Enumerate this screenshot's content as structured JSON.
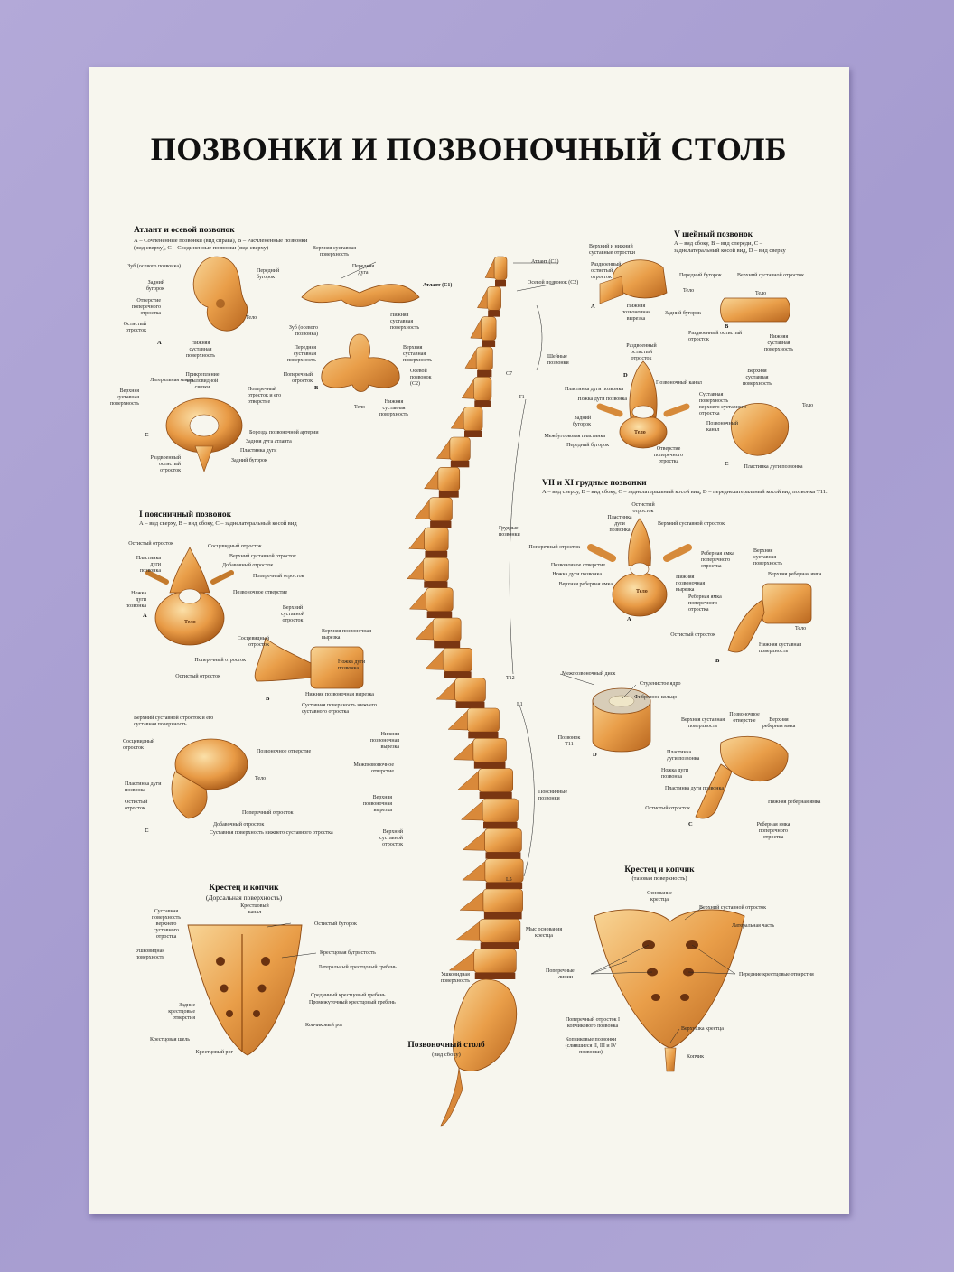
{
  "title": "ПОЗВОНКИ И ПОЗВОНОЧНЫЙ СТОЛБ",
  "colors": {
    "bone": "#e8a04e",
    "bone_dark": "#b5641e",
    "bone_light": "#f6cf8d",
    "disc": "#7a3612",
    "poster_bg": "#f7f6ee",
    "wall": "#aaa0d4"
  },
  "atlas": {
    "title": "Атлант и осевой позвонок",
    "sub": "А – Сочлененные позвонки (вид справа), В – Расчлененные позвонки (вид сверху), С – Соединенные позвонки (вид сверху)",
    "labels": [
      "Зуб (осевого позвонка)",
      "Задний бугорок",
      "Отверстие поперечного отростка",
      "Остистый отросток",
      "Передний бугорок",
      "Тело",
      "Нижняя суставная поверхность",
      "Верхняя суставная поверхность",
      "Передняя дуга",
      "Атлант (C1)",
      "Нижняя суставная поверхность",
      "Зуб (осевого позвонка)",
      "Передняя суставная поверхность",
      "Поперечный отросток",
      "Верхняя суставная поверхность",
      "Осевой позвонок (C2)",
      "Тело",
      "Нижняя суставная поверхность",
      "Латеральная масса",
      "Верхняя суставная поверхность",
      "Прикрепление крыловидной связки",
      "Поперечный отросток и его отверстие",
      "Борозда позвоночной артерии",
      "Задняя дуга атланта",
      "Пластинка дуги",
      "Раздвоенный остистый отросток",
      "Задний бугорок"
    ]
  },
  "lumbar": {
    "title": "I поясничный позвонок",
    "sub": "А – вид сверху, В – вид сбоку, С – заднелатеральный косой вид",
    "labels": [
      "Остистый отросток",
      "Сосцевидный отросток",
      "Пластинка дуги позвонка",
      "Верхний суставной отросток",
      "Добавочный отросток",
      "Поперечный отросток",
      "Ножка дуги позвонка",
      "Позвоночное отверстие",
      "Тело",
      "Верхний суставной отросток",
      "Сосцевидный отросток",
      "Верхняя позвоночная вырезка",
      "Поперечный отросток",
      "Ножка дуги позвонка",
      "Остистый отросток",
      "Нижняя позвоночная вырезка",
      "Суставная поверхность нижнего суставного отростка",
      "Верхний суставной отросток и его суставная поверхность",
      "Сосцевидный отросток",
      "Позвоночное отверстие",
      "Тело",
      "Пластинка дуги позвонка",
      "Остистый отросток",
      "Поперечный отросток",
      "Добавочный отросток",
      "Суставная поверхность нижнего суставного отростка"
    ]
  },
  "sacrum_dorsal": {
    "title": "Крестец и копчик",
    "sub": "(Дорсальная поверхность)",
    "labels": [
      "Суставная поверхность верхнего суставного отростка",
      "Крестцовый канал",
      "Остистый бугорок",
      "Ушковидная поверхность",
      "Крестцовая бугристость",
      "Латеральный крестцовый гребень",
      "Задние крестцовые отверстия",
      "Срединный крестцовый гребень",
      "Промежуточный крестцовый гребень",
      "Копчиковый рог",
      "Крестцовая щель",
      "Крестцовый рог"
    ]
  },
  "spine": {
    "caption": "Позвоночный столб",
    "caption_sub": "(вид сбоку)",
    "labels": [
      "Атлант (C1)",
      "Осевой позвонок (C2)",
      "C7",
      "Шейные позвонки",
      "T1",
      "Грудные позвонки",
      "T12",
      "Межпозвоночный диск",
      "L1",
      "Поясничные позвонки",
      "L5",
      "Нижняя позвоночная вырезка",
      "Межпозвоночное отверстие",
      "Верхняя позвоночная вырезка",
      "Верхний суставной отросток",
      "Мыс основания крестца",
      "Ушковидная поверхность"
    ]
  },
  "cervical5": {
    "title": "V шейный позвонок",
    "sub": "А – вид сбоку, В – вид спереди, С – заднелатеральный косой вид, D – вид сверху",
    "labels": [
      "Верхний и нижний суставные отростки",
      "Раздвоенный остистый отросток",
      "Передний бугорок",
      "Тело",
      "Нижняя позвоночная вырезка",
      "Задний бугорок",
      "Верхний суставной отросток",
      "Тело",
      "Раздвоенный остистый отросток",
      "Нижняя суставная поверхность",
      "Раздвоенный остистый отросток",
      "Пластинка дуги позвонка",
      "Ножка дуги позвонка",
      "Позвоночный канал",
      "Задний бугорок",
      "Межбугорковая пластинка",
      "Передний бугорок",
      "Тело",
      "Отверстие поперечного отростка",
      "Верхняя суставная поверхность",
      "Суставная поверхность верхнего суставного отростка",
      "Позвоночный канал",
      "Тело",
      "Пластинка дуги позвонка"
    ]
  },
  "thoracic": {
    "title": "VII и XI грудные позвонки",
    "sub": "А – вид сверху, В – вид сбоку, С – заднелатеральный косой вид, D – переднелатеральный косой вид позвонка T11.",
    "labels": [
      "Остистый отросток",
      "Пластинка дуги позвонка",
      "Верхний суставной отросток",
      "Поперечный отросток",
      "Реберная ямка поперечного отростка",
      "Верхняя суставная поверхность",
      "Позвоночное отверстие",
      "Ножка дуги позвонка",
      "Верхняя реберная ямка",
      "Нижняя позвоночная вырезка",
      "Верхняя реберная ямка",
      "Реберная ямка поперечного отростка",
      "Остистый отросток",
      "Тело",
      "Нижняя суставная поверхность",
      "Студенистое ядро",
      "Фиброзное кольцо",
      "Позвонок T11",
      "Позвоночное отверстие",
      "Верхняя суставная поверхность",
      "Верхняя реберная ямка",
      "Пластинка дуги позвонка",
      "Ножка дуги позвонка",
      "Пластинка дуги позвонка",
      "Остистый отросток",
      "Нижняя реберная ямка",
      "Реберная ямка поперечного отростка"
    ]
  },
  "sacrum_pelvic": {
    "title": "Крестец и копчик",
    "sub": "(тазовая поверхность)",
    "labels": [
      "Основание крестца",
      "Верхний суставной отросток",
      "Латеральная часть",
      "Поперечные линии",
      "Передние крестцовые отверстия",
      "Поперечный отросток I копчикового позвонка",
      "Верхушка крестца",
      "Копчиковые позвонки (слившиеся II, III и IV позвонки)",
      "Копчик"
    ]
  },
  "letters": {
    "a": "A",
    "b": "B",
    "c": "C",
    "d": "D"
  },
  "tel": "Тело"
}
